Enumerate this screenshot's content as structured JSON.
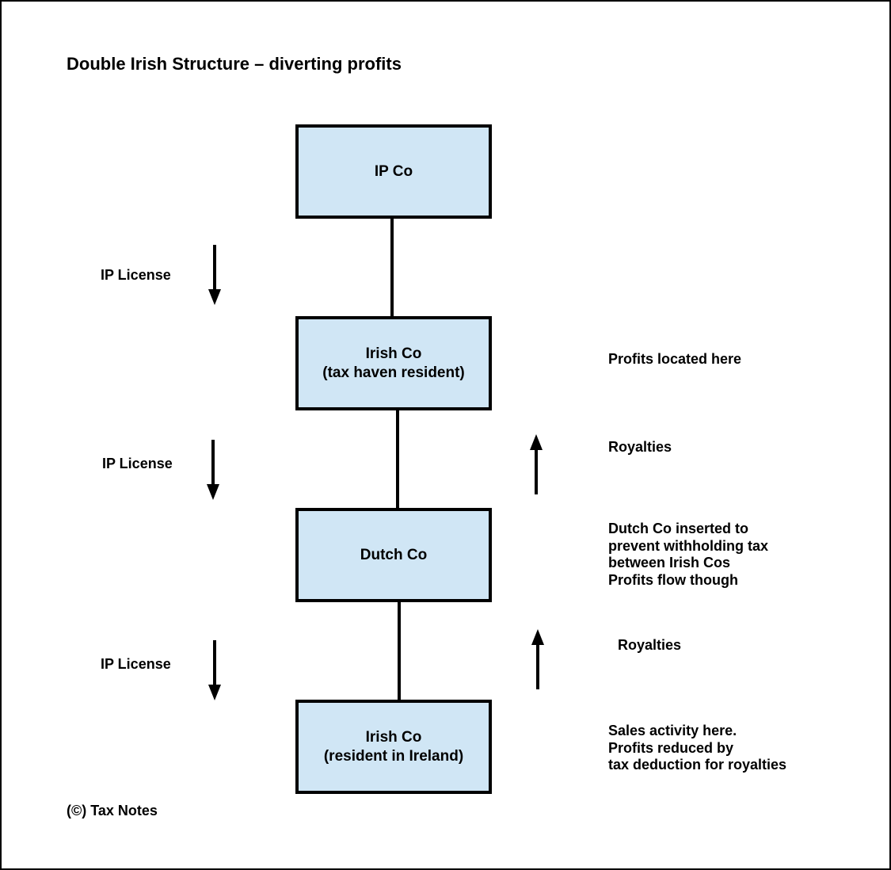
{
  "title": "Double Irish Structure – diverting profits",
  "boxes": [
    {
      "lines": [
        "IP Co"
      ]
    },
    {
      "lines": [
        "Irish Co",
        "(tax haven resident)"
      ]
    },
    {
      "lines": [
        "Dutch Co"
      ]
    },
    {
      "lines": [
        "Irish Co",
        "(resident in Ireland)"
      ]
    }
  ],
  "left_labels": [
    "IP License",
    "IP License",
    "IP License"
  ],
  "right_notes": {
    "profits_located": "Profits located here",
    "royalties_1": "Royalties",
    "dutch_note": [
      "Dutch Co inserted to",
      "prevent withholding tax",
      "between Irish Cos",
      "Profits flow though"
    ],
    "royalties_2": "Royalties",
    "sales_note": [
      "Sales activity here.",
      "Profits reduced by",
      "tax deduction for royalties"
    ]
  },
  "copyright": "(©) Tax Notes",
  "colors": {
    "box_fill": "#d0e6f5",
    "stroke": "#000000",
    "background": "#ffffff"
  },
  "icons": {
    "license_arrows": "arrow-down-icon",
    "royalty_arrows": "arrow-up-icon"
  }
}
